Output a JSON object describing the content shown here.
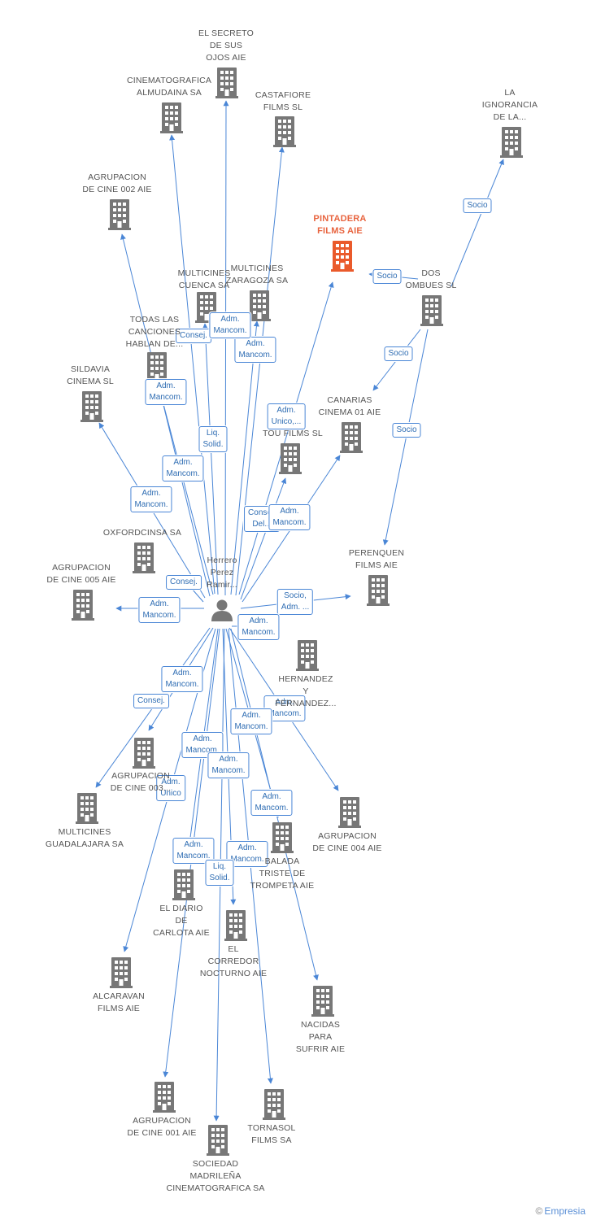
{
  "colors": {
    "edge": "#4a86d6",
    "building": "#777777",
    "main_building": "#ea5a2b",
    "person": "#777777"
  },
  "person": {
    "name": "Herrero\nPerez\nRamir...",
    "icon": "person-icon"
  },
  "main_company": {
    "name": "PINTADERA\nFILMS AIE",
    "icon": "building-icon"
  },
  "companies": [
    {
      "id": "el-secreto",
      "name": "EL SECRETO\nDE SUS\nOJOS AIE"
    },
    {
      "id": "cinematografica-almudaina",
      "name": "CINEMATOGRAFICA\nALMUDAINA SA"
    },
    {
      "id": "castafiore",
      "name": "CASTAFIORE\nFILMS SL"
    },
    {
      "id": "la-ignorancia",
      "name": "LA\nIGNORANCIA\nDE LA..."
    },
    {
      "id": "agrupacion-002",
      "name": "AGRUPACION\nDE CINE 002 AIE"
    },
    {
      "id": "multicines-cuenca",
      "name": "MULTICINES\nCUENCA SA"
    },
    {
      "id": "multicines-zaragoza",
      "name": "MULTICINES\nZARAGOZA SA"
    },
    {
      "id": "dos-ombues",
      "name": "DOS\nOMBUES  SL"
    },
    {
      "id": "todas-las-canciones",
      "name": "TODAS LAS\nCANCIONES\nHABLAN DE..."
    },
    {
      "id": "sildavia",
      "name": "SILDAVIA\nCINEMA  SL"
    },
    {
      "id": "canarias-01",
      "name": "CANARIAS\nCINEMA 01 AIE"
    },
    {
      "id": "tou-films",
      "name": "TOU FILMS SL"
    },
    {
      "id": "oxfordcinsa",
      "name": "OXFORDCINSA SA"
    },
    {
      "id": "perenquen",
      "name": "PERENQUEN\nFILMS AIE"
    },
    {
      "id": "agrupacion-005",
      "name": "AGRUPACION\nDE CINE 005 AIE"
    },
    {
      "id": "hernandez",
      "name": "HERNANDEZ\nY\nFERNANDEZ..."
    },
    {
      "id": "agrupacion-003",
      "name": "AGRUPACION\nDE CINE 003..."
    },
    {
      "id": "multicines-guadalajara",
      "name": "MULTICINES\nGUADALAJARA SA"
    },
    {
      "id": "agrupacion-004",
      "name": "AGRUPACION\nDE CINE 004 AIE"
    },
    {
      "id": "balada-triste",
      "name": "BALADA\nTRISTE DE\nTROMPETA AIE"
    },
    {
      "id": "el-diario",
      "name": "EL DIARIO\nDE\nCARLOTA AIE"
    },
    {
      "id": "el-corredor",
      "name": "EL\nCORREDOR\nNOCTURNO AIE"
    },
    {
      "id": "alcaravan",
      "name": "ALCARAVAN\nFILMS AIE"
    },
    {
      "id": "nacidas",
      "name": "NACIDAS\nPARA\nSUFRIR AIE"
    },
    {
      "id": "agrupacion-001",
      "name": "AGRUPACION\nDE CINE 001 AIE"
    },
    {
      "id": "tornasol",
      "name": "TORNASOL\nFILMS SA"
    },
    {
      "id": "sociedad-madrilena",
      "name": "SOCIEDAD\nMADRILEÑA\nCINEMATOGRAFICA SA"
    }
  ],
  "edges": [
    {
      "from": "person",
      "to": "el-secreto",
      "label": ""
    },
    {
      "from": "person",
      "to": "cinematografica-almudaina",
      "label": "Consej."
    },
    {
      "from": "person",
      "to": "castafiore",
      "label": "Adm.\nMancom."
    },
    {
      "from": "person",
      "to": "agrupacion-002",
      "label": "Adm.\nMancom."
    },
    {
      "from": "person",
      "to": "multicines-cuenca",
      "label": "Liq.\nSolid."
    },
    {
      "from": "person",
      "to": "multicines-zaragoza",
      "label": "Adm.\nMancom."
    },
    {
      "from": "person",
      "to": "todas-las-canciones",
      "label": "Adm.\nMancom."
    },
    {
      "from": "person",
      "to": "sildavia",
      "label": "Adm.\nMancom."
    },
    {
      "from": "person",
      "to": "main_company",
      "label": "Adm.\nUnico,..."
    },
    {
      "from": "person",
      "to": "tou-films",
      "label": "Consej.\nDel..."
    },
    {
      "from": "person",
      "to": "canarias-01",
      "label": "Adm.\nMancom."
    },
    {
      "from": "person",
      "to": "oxfordcinsa",
      "label": "Consej."
    },
    {
      "from": "person",
      "to": "agrupacion-005",
      "label": "Adm.\nMancom."
    },
    {
      "from": "person",
      "to": "perenquen",
      "label": "Socio,\nAdm. ..."
    },
    {
      "from": "person",
      "to": "hernandez",
      "label": "Adm.\nMancom."
    },
    {
      "from": "person",
      "to": "agrupacion-003",
      "label": "Adm.\nMancom."
    },
    {
      "from": "person",
      "to": "multicines-guadalajara",
      "label": "Consej."
    },
    {
      "from": "person",
      "to": "agrupacion-004",
      "label": "Adm.\nMancom."
    },
    {
      "from": "person",
      "to": "balada-triste",
      "label": "Adm.\nMancom."
    },
    {
      "from": "person",
      "to": "el-diario",
      "label": "Adm.\nMancom."
    },
    {
      "from": "person",
      "to": "el-corredor",
      "label": "Adm.\nMancom."
    },
    {
      "from": "person",
      "to": "alcaravan",
      "label": "Adm.\nUnico"
    },
    {
      "from": "person",
      "to": "nacidas",
      "label": "Adm.\nMancom."
    },
    {
      "from": "person",
      "to": "agrupacion-001",
      "label": "Adm.\nMancom."
    },
    {
      "from": "person",
      "to": "tornasol",
      "label": "Adm.\nMancom."
    },
    {
      "from": "person",
      "to": "sociedad-madrilena",
      "label": "Liq.\nSolid."
    },
    {
      "from": "dos-ombues",
      "to": "la-ignorancia",
      "label": "Socio"
    },
    {
      "from": "dos-ombues",
      "to": "main_company",
      "label": "Socio"
    },
    {
      "from": "dos-ombues",
      "to": "canarias-01",
      "label": "Socio"
    },
    {
      "from": "dos-ombues",
      "to": "perenquen",
      "label": "Socio"
    }
  ],
  "footer": {
    "copyright": "©",
    "brand": "Empresia"
  }
}
